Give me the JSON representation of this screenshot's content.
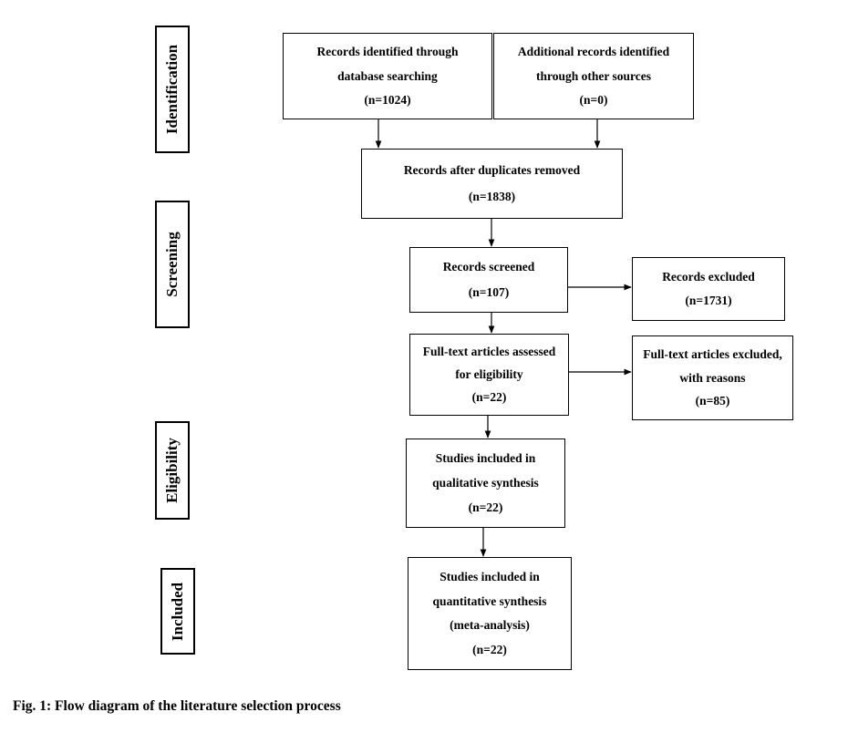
{
  "stages": {
    "identification": "Identification",
    "screening": "Screening",
    "eligibility": "Eligibility",
    "included": "Included"
  },
  "boxes": {
    "database": {
      "line1": "Records identified through",
      "line2": "database searching",
      "line3": "(n=1024)"
    },
    "other": {
      "line1": "Additional records identified",
      "line2": "through other sources",
      "line3": "(n=0)"
    },
    "duplicates": {
      "line1": "Records after duplicates removed",
      "line2": "(n=1838)"
    },
    "screened": {
      "line1": "Records screened",
      "line2": "(n=107)"
    },
    "excluded": {
      "line1": "Records excluded",
      "line2": "(n=1731)"
    },
    "fulltext": {
      "line1": "Full-text articles assessed",
      "line2": "for eligibility",
      "line3": "(n=22)"
    },
    "fulltext_excluded": {
      "line1": "Full-text articles excluded,",
      "line2": "with reasons",
      "line3": "(n=85)"
    },
    "qualitative": {
      "line1": "Studies included in",
      "line2": "qualitative synthesis",
      "line3": "(n=22)"
    },
    "quantitative": {
      "line1": "Studies included in",
      "line2": "quantitative synthesis",
      "line3": "(meta-analysis)",
      "line4": "(n=22)"
    }
  },
  "caption": "Fig. 1: Flow diagram of the literature selection process"
}
